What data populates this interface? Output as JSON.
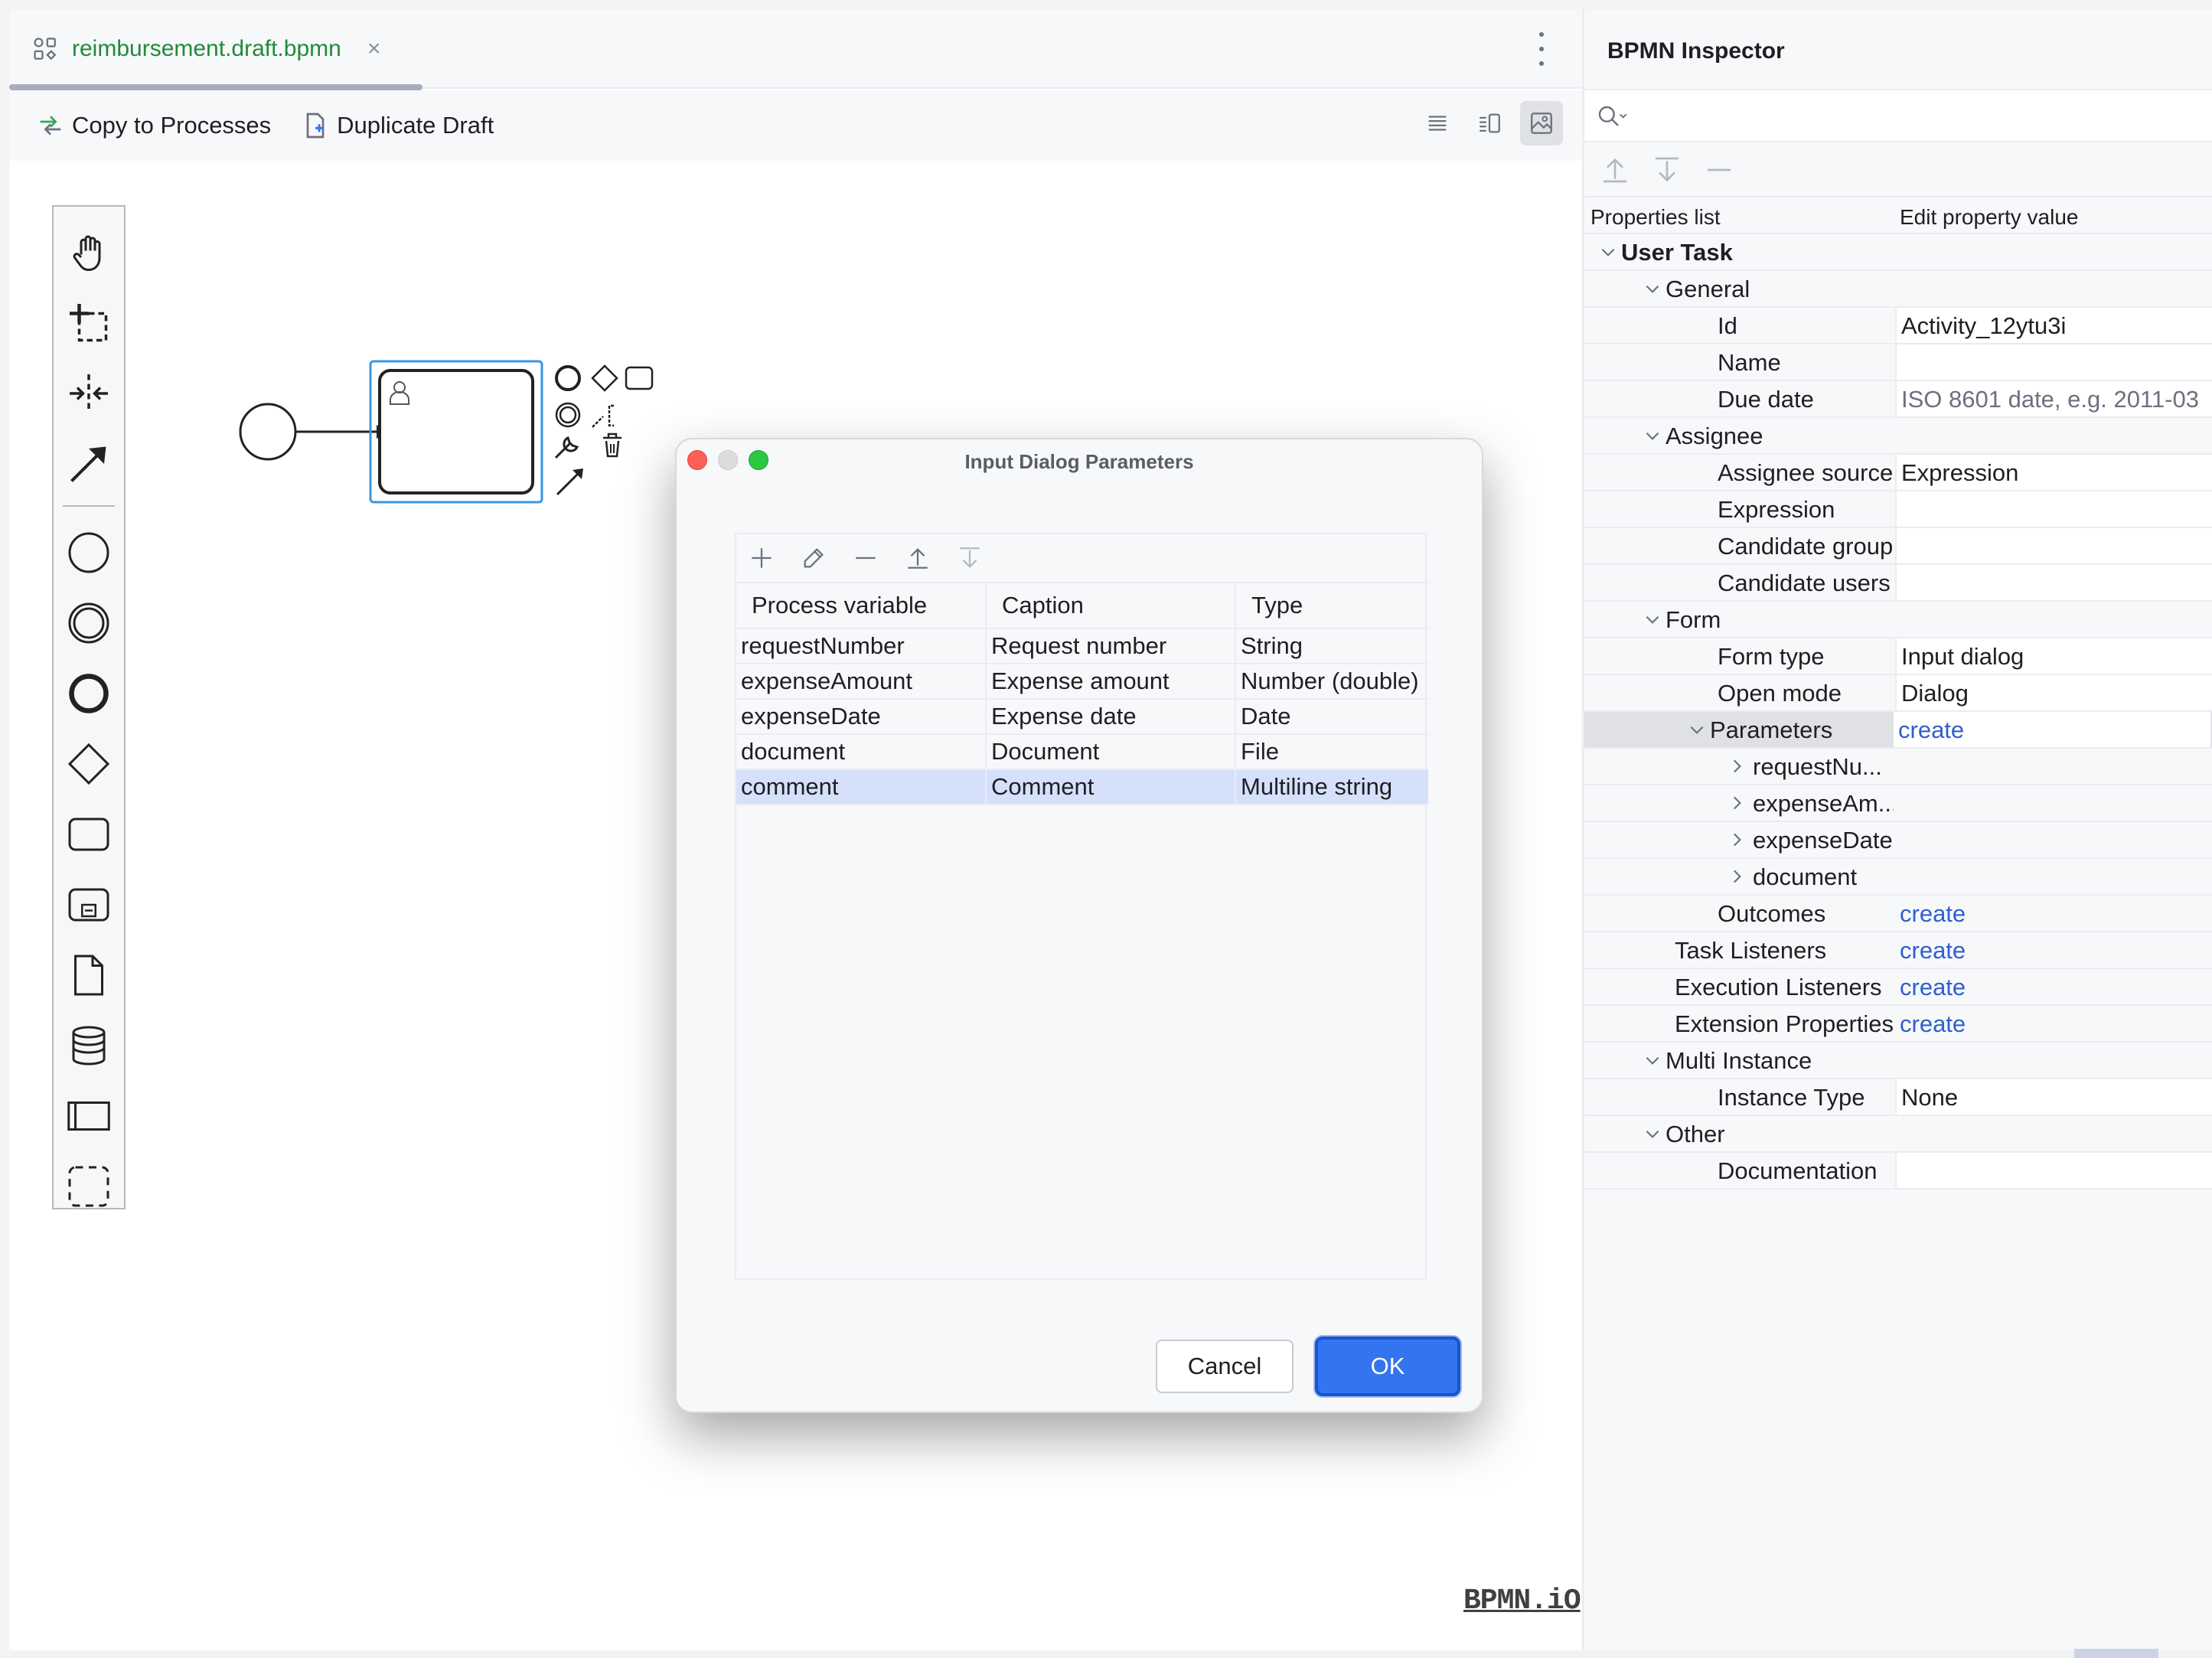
{
  "editor": {
    "tab": {
      "filename": "reimbursement.draft.bpmn",
      "close_glyph": "×",
      "icon": "bpmn-file-icon"
    },
    "menu_icon": "more-vertical-icon",
    "toolbar": {
      "copy_label": "Copy to Processes",
      "duplicate_label": "Duplicate Draft",
      "view_modes": [
        "text-view-icon",
        "split-view-icon",
        "diagram-view-icon"
      ],
      "active_view": "diagram-view-icon"
    },
    "palette": [
      "hand-tool-icon",
      "lasso-tool-icon",
      "space-tool-icon",
      "connect-tool-icon",
      "start-event-icon",
      "intermediate-event-icon",
      "end-event-icon",
      "gateway-icon",
      "task-icon",
      "subprocess-icon",
      "data-object-icon",
      "data-store-icon",
      "pool-icon",
      "group-icon"
    ],
    "watermark": "BPMN.iO"
  },
  "dialog": {
    "title": "Input Dialog Parameters",
    "tools": [
      "add-icon",
      "edit-icon",
      "remove-icon",
      "move-up-icon",
      "move-down-icon"
    ],
    "columns": [
      "Process variable",
      "Caption",
      "Type"
    ],
    "rows": [
      [
        "requestNumber",
        "Request number",
        "String"
      ],
      [
        "expenseAmount",
        "Expense amount",
        "Number (double)"
      ],
      [
        "expenseDate",
        "Expense date",
        "Date"
      ],
      [
        "document",
        "Document",
        "File"
      ],
      [
        "comment",
        "Comment",
        "Multiline string"
      ]
    ],
    "selected_row": 4,
    "cancel_label": "Cancel",
    "ok_label": "OK"
  },
  "inspector": {
    "title": "BPMN Inspector",
    "search_value": "",
    "col_properties": "Properties list",
    "col_value": "Edit property value",
    "rows": [
      {
        "label": "User Task",
        "value": "",
        "chev": "down",
        "bold": true
      },
      {
        "label": "General",
        "value": "",
        "chev": "down"
      },
      {
        "label": "Id",
        "value": "Activity_12ytu3i",
        "boxed": true
      },
      {
        "label": "Name",
        "value": "",
        "boxed": true
      },
      {
        "label": "Due date",
        "value": "ISO 8601 date, e.g. 2011-03",
        "boxed": true,
        "placeholder": true
      },
      {
        "label": "Assignee",
        "value": "",
        "chev": "down"
      },
      {
        "label": "Assignee source",
        "value": "Expression",
        "boxed": true
      },
      {
        "label": "Expression",
        "value": "",
        "boxed": true
      },
      {
        "label": "Candidate groups",
        "value": "",
        "boxed": true
      },
      {
        "label": "Candidate users",
        "value": "",
        "boxed": true
      },
      {
        "label": "Form",
        "value": "",
        "chev": "down"
      },
      {
        "label": "Form type",
        "value": "Input dialog",
        "boxed": true
      },
      {
        "label": "Open mode",
        "value": "Dialog",
        "boxed": true
      },
      {
        "label": "Parameters",
        "value": "create",
        "chev": "down",
        "link": true,
        "selected": true
      },
      {
        "label": "requestNu...",
        "value": "",
        "chev": "right"
      },
      {
        "label": "expenseAm...",
        "value": "",
        "chev": "right"
      },
      {
        "label": "expenseDate",
        "value": "",
        "chev": "right"
      },
      {
        "label": "document",
        "value": "",
        "chev": "right"
      },
      {
        "label": "Outcomes",
        "value": "create",
        "link": true
      },
      {
        "label": "Task Listeners",
        "value": "create",
        "link": true
      },
      {
        "label": "Execution Listeners",
        "value": "create",
        "link": true
      },
      {
        "label": "Extension Properties",
        "value": "create",
        "link": true
      },
      {
        "label": "Multi Instance",
        "value": "",
        "chev": "down"
      },
      {
        "label": "Instance Type",
        "value": "None",
        "boxed": true
      },
      {
        "label": "Other",
        "value": "",
        "chev": "down"
      },
      {
        "label": "Documentation",
        "value": "",
        "boxed": true
      }
    ]
  }
}
